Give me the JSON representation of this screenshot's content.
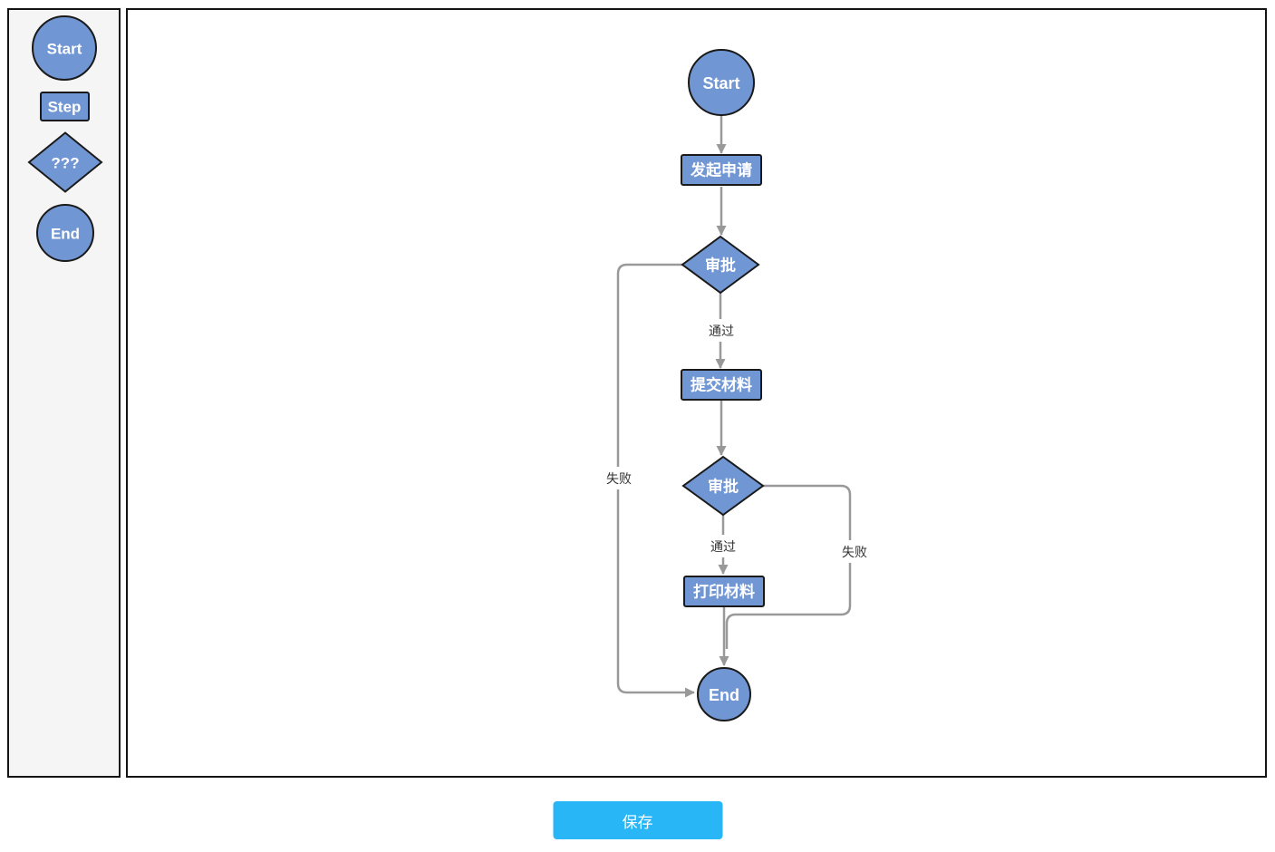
{
  "palette": {
    "items": [
      {
        "shape": "circle",
        "label": "Start"
      },
      {
        "shape": "rect",
        "label": "Step"
      },
      {
        "shape": "diamond",
        "label": "???"
      },
      {
        "shape": "circle",
        "label": "End"
      }
    ]
  },
  "flowchart": {
    "nodes": [
      {
        "id": "start",
        "shape": "circle",
        "label": "Start"
      },
      {
        "id": "apply",
        "shape": "rect",
        "label": "发起申请"
      },
      {
        "id": "approve1",
        "shape": "diamond",
        "label": "审批"
      },
      {
        "id": "submit",
        "shape": "rect",
        "label": "提交材料"
      },
      {
        "id": "approve2",
        "shape": "diamond",
        "label": "审批"
      },
      {
        "id": "print",
        "shape": "rect",
        "label": "打印材料"
      },
      {
        "id": "end",
        "shape": "circle",
        "label": "End"
      }
    ],
    "edges": [
      {
        "from": "start",
        "to": "apply",
        "label": ""
      },
      {
        "from": "apply",
        "to": "approve1",
        "label": ""
      },
      {
        "from": "approve1",
        "to": "submit",
        "label": "通过"
      },
      {
        "from": "approve1",
        "to": "end",
        "label": "失败"
      },
      {
        "from": "submit",
        "to": "approve2",
        "label": ""
      },
      {
        "from": "approve2",
        "to": "print",
        "label": "通过"
      },
      {
        "from": "approve2",
        "to": "end",
        "label": "失败"
      },
      {
        "from": "print",
        "to": "end",
        "label": ""
      }
    ]
  },
  "toolbar": {
    "save_label": "保存"
  },
  "colors": {
    "node_fill": "#7196D4",
    "node_stroke": "#1A1A1A",
    "edge": "#999999",
    "edge_label_text": "#333333",
    "save_button": "#29B6F6",
    "palette_bg": "#F5F5F5",
    "panel_border": "#141414"
  }
}
